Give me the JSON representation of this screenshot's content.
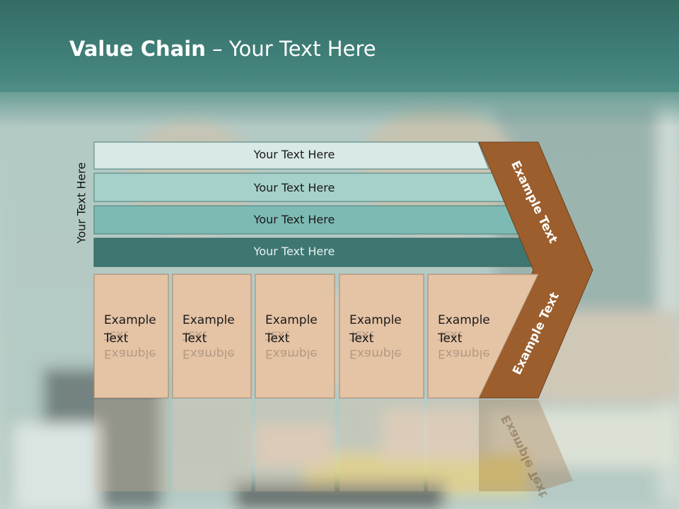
{
  "title": {
    "bold": "Value Chain",
    "rest": " – Your Text Here"
  },
  "side_label": "Your Text Here",
  "bars": [
    {
      "label": "Your Text Here",
      "color": "#d8e9e6"
    },
    {
      "label": "Your Text Here",
      "color": "#a6d1cb"
    },
    {
      "label": "Your Text Here",
      "color": "#7dbab3"
    },
    {
      "label": "Your Text Here",
      "color": "#3e7772"
    }
  ],
  "boxes": [
    {
      "line1": "Example",
      "line2": "Text"
    },
    {
      "line1": "Example",
      "line2": "Text"
    },
    {
      "line1": "Example",
      "line2": "Text"
    },
    {
      "line1": "Example",
      "line2": "Text"
    },
    {
      "line1": "Example",
      "line2": "Text"
    }
  ],
  "chevron_top": "Example Text",
  "chevron_bottom": "Example Text",
  "colors": {
    "header": "#3f7f78",
    "box": "#e5c3a5",
    "chevron": "#9b5e2c",
    "title_text": "#ffffff"
  }
}
